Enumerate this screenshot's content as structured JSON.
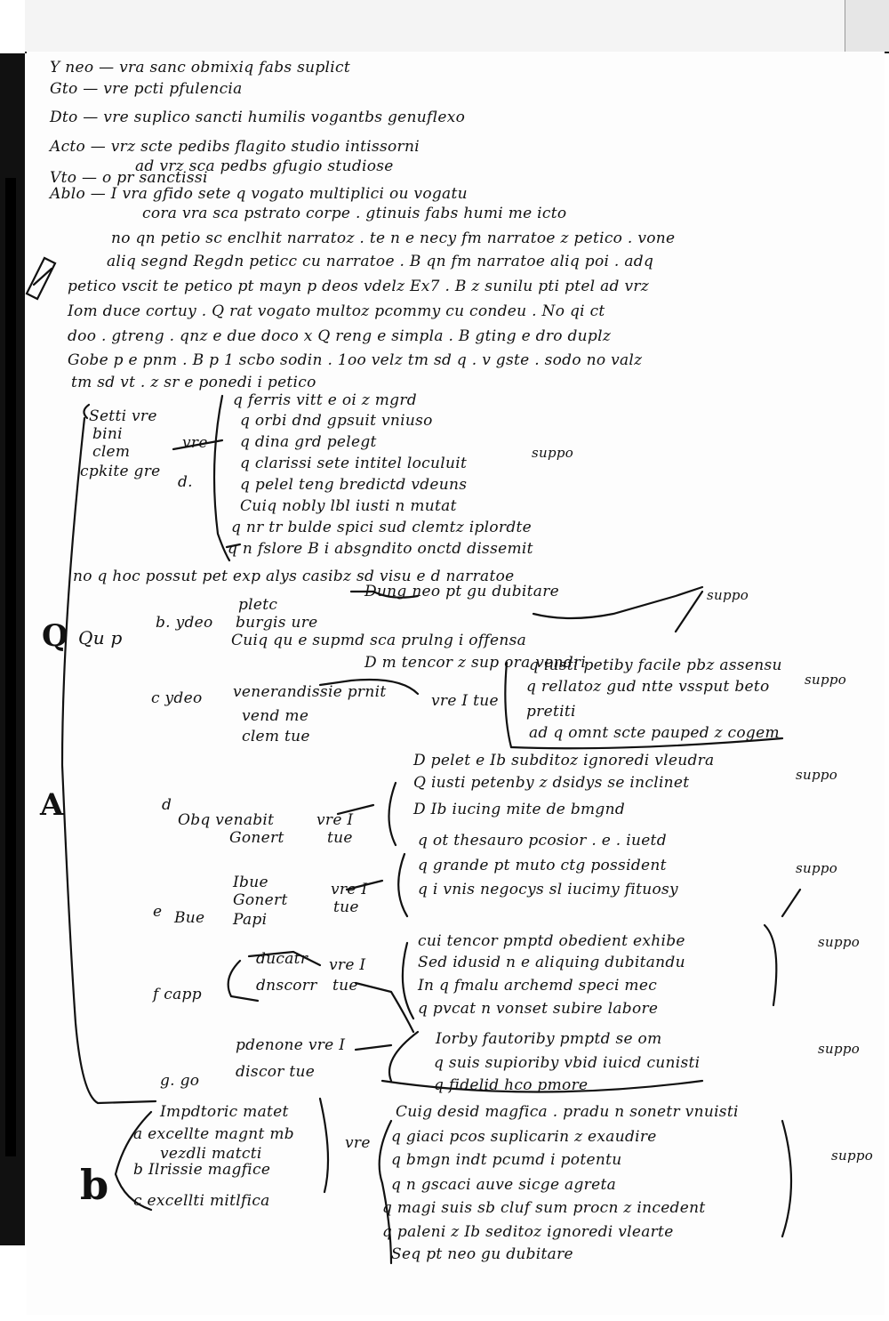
{
  "lines": {
    "l1": "Y neo — vra sanc obmixiq fabs suplict",
    "l2": "Gto — vre pcti pfulencia",
    "l3": "Dto — vre suplico sancti humilis vogantbs genuflexo",
    "l4": "Acto — vrz scte pedibs flagito studio intissorni",
    "l5": "ad vrz sca pedbs gfugio studiose",
    "l6": "Vto — o pr sanctissi",
    "l7": "Ablo — I vra gfido sete q vogato multiplici ou vogatu",
    "l8": "cora vra sca pstrato corpe . gtinuis fabs humi me icto",
    "l9": "no qn petio sc enclhit narratoz . te n e necy fm narratoe z petico . vone",
    "l10": "aliq segnd Regdn peticc cu narratoe . B qn fm narratoe aliq poi . adq",
    "l11": "petico vscit te petico pt mayn p deos vdelz Ex7 . B z sunilu pti ptel ad vrz",
    "l12": "Iom duce cortuy . Q rat vogato multoz pcommy cu condeu . No qi ct",
    "l13": "doo . gtreng . qnz e due doco x Q reng e simpla . B gting e dro duplz",
    "l14": "Gobe p e pnm . B p 1 scbo sodin . 1oo velz tm sd q . v gste . sodo no valz",
    "l15": "tm sd vt . z sr e ponedi i petico",
    "l16": "q ferris vitt e oi z mgrd",
    "l17": "q orbi dnd gpsuit vniuso",
    "l18": "q dina grd pelegt",
    "l19": "q clarissi sete intitel loculuit",
    "l20": "q pelel teng bredictd vdeuns",
    "l21": "Cuiq nobly lbl iusti n mutat",
    "l22": "q nr tr bulde spici sud clemtz iplordte",
    "l23": "q n fslore B i absgndito onctd dissemit",
    "l24": "no q hoc possut pet exp alys casibz sd visu e d narratoe",
    "l25": "Dung neo pt gu dubitare",
    "l26": "Cuiq qu e supmd sca prulng i offensa",
    "l27": "D m tencor z sup ora vendri",
    "l28": "q iusti petiby facile pbz assensu",
    "l29": "q rellatoz gud ntte vssput beto",
    "l30": "pretiti",
    "l31": "ad q omnt scte pauped z cogem",
    "l32": "D pelet e Ib subditoz ignoredi vleudra",
    "l33": "Q iusti petenby z dsidys se inclinet",
    "l34": "D Ib iucing mite de bmgnd",
    "l35": "q ot thesauro pcosior . e . iuetd",
    "l36": "q grande pt muto ctg possident",
    "l37": "q i vnis negocys sl iucimy fituosy",
    "l38": "cui tencor pmptd obedient exhibe",
    "l39": "Sed idusid n e aliquing dubitandu",
    "l40": "In q fmalu archemd speci mec",
    "l41": "q pvcat n vonset subire labore",
    "l42": "Iorby fautoriby pmptd se om",
    "l43": "q suis supioriby vbid iuicd cunisti",
    "l44": "q fidelid hco pmore",
    "l45": "Cuig desid magfica . pradu n sonetr vnuisti",
    "l46": "q giaci pcos suplicarin z exaudire",
    "l47": "q bmgn indt pcumd i potentu",
    "l48": "q n gscaci auve sicge agreta",
    "l49": "q magi suis sb cluf sum procn z incedent",
    "l50": "q paleni z Ib seditoz ignoredi vlearte",
    "l51": "Seq pt neo gu dubitare"
  },
  "left": {
    "l52": "Setti vre",
    "l53": "bini",
    "l54": "clem",
    "l55": "cpkite gre",
    "l56": "vre",
    "l57": "d.",
    "l58": "b. ydeo",
    "l59": "pletc",
    "l60": "burgis ure",
    "l61": "c ydeo",
    "l62": "venerandissie prnit",
    "l63": "vend me",
    "l64": "clem tue",
    "l65": "vre I tue",
    "l66": "d",
    "l67": "Obq venabit",
    "l68": "Gonert",
    "l69": "vre I",
    "l70": "tue",
    "l71": "e",
    "l72": "Ibue",
    "l73": "Bue",
    "l74": "Gonert",
    "l75": "Papi",
    "l76": "vre I",
    "l77": "tue",
    "l78": "f capp",
    "l79": "ducatr",
    "l80": "dnscorr",
    "l81": "vre I",
    "l82": "tue",
    "l83": "g. go",
    "l84": "pdenone vre I",
    "l85": "discor tue",
    "l86": "Impdtoric matet",
    "l87": "a excellte magnt mb",
    "l88": "vezdli matcti",
    "l89": "b Ilrissie magfice",
    "l90": "c excellti mitlfica",
    "l91": "vre"
  },
  "margin": {
    "supplico": "suppo",
    "mark_q": "Q",
    "mark_pi": "Qu p",
    "mark_a": "A",
    "mark_b": "b"
  }
}
